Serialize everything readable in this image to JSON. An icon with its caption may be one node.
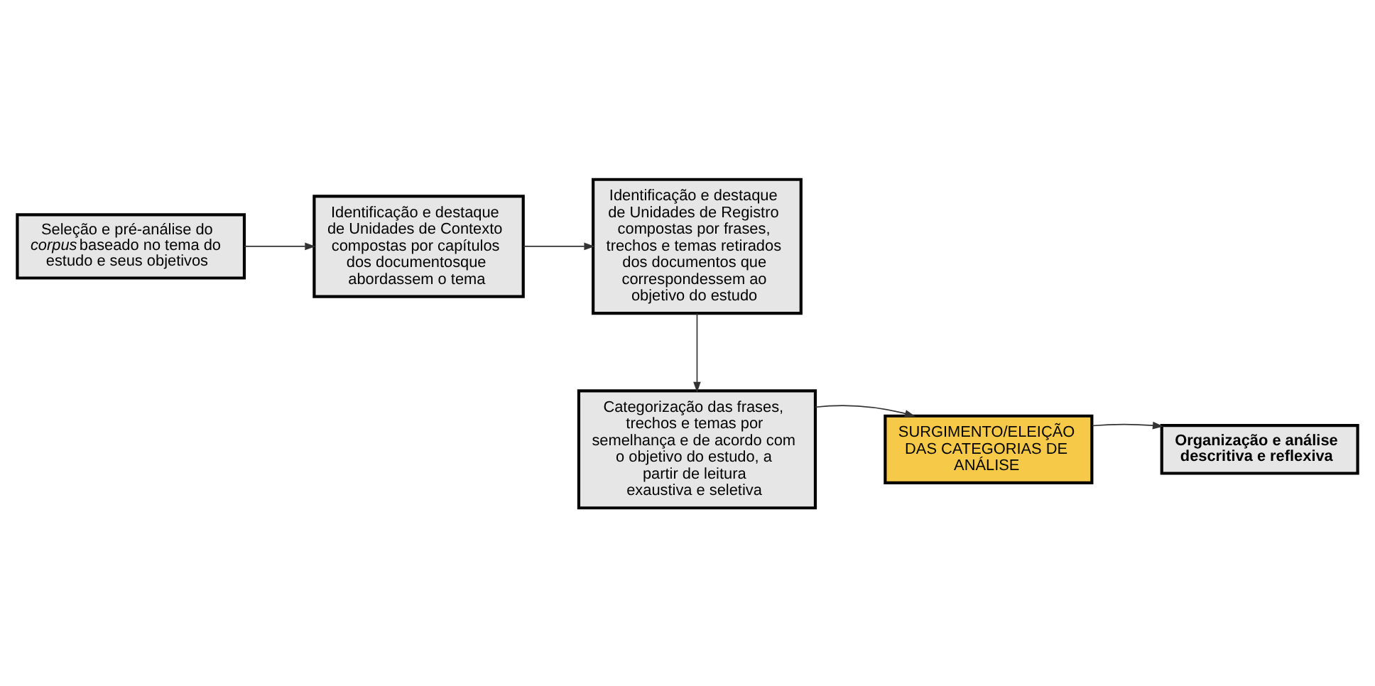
{
  "diagram": {
    "nodes": [
      {
        "text": [
          "Seleção e pré-análise do *corpus* baseado no tema do estudo e seus objetivos"
        ]
      },
      {
        "text": [
          "Identificação e destaque de Unidades de Contexto compostas por capítulos dos documentosque abordassem o tema"
        ]
      },
      {
        "text": [
          "Identificação e destaque de Unidades de Registro compostas por frases, trechos e temas retirados dos documentos que correspondessem ao objetivo do estudo"
        ]
      },
      {
        "text": [
          "Categorização das frases, trechos e temas por semelhança e de acordo com o objetivo do estudo, a partir de leitura exaustiva e seletiva"
        ]
      },
      {
        "text": [
          "SURGIMENTO/ELEIÇÃO DAS CATEGORIAS DE ANÁLISE"
        ]
      },
      {
        "text": [
          "Organização e análise descritiva e reflexiva"
        ]
      }
    ],
    "edges": [
      {
        "from": 0,
        "to": 1,
        "arrow": "to"
      },
      {
        "from": 1,
        "to": 2,
        "arrow": "to"
      },
      {
        "from": 2,
        "to": 3,
        "arrow": "to"
      },
      {
        "from": 3,
        "to": 4,
        "arrow": "to"
      },
      {
        "from": 4,
        "to": 5,
        "arrow": "to"
      }
    ]
  }
}
